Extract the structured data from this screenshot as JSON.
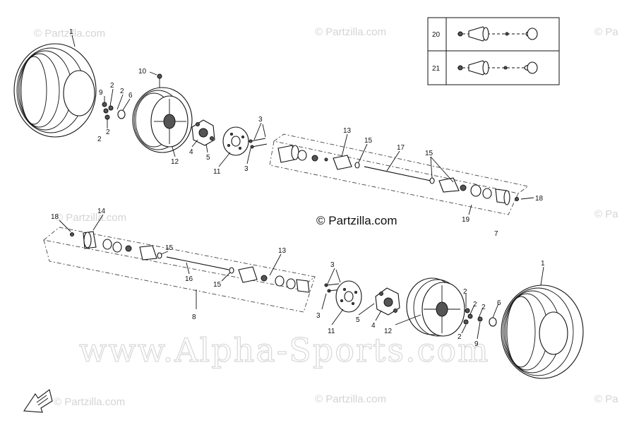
{
  "watermarks": {
    "partzilla": "© Partzilla.com",
    "partzilla_cut": "© Pa",
    "alpha": "www.Alpha-Sports.com"
  },
  "credit": "© Partzilla.com",
  "inset": {
    "rows": [
      {
        "ref": "20"
      },
      {
        "ref": "21"
      }
    ]
  },
  "callouts": {
    "c1a": "1",
    "c10": "10",
    "c9a": "9",
    "c2a": "2",
    "c2b": "2",
    "c6a": "6",
    "c2c": "2",
    "c2d": "2",
    "c12a": "12",
    "c4a": "4",
    "c5a": "5",
    "c3a": "3",
    "c11a": "11",
    "c3b": "3",
    "c13a": "13",
    "c15a": "15",
    "c17": "17",
    "c15b": "15",
    "c18a": "18",
    "c19": "19",
    "c7": "7",
    "c18b": "18",
    "c14": "14",
    "c15c": "15",
    "c16": "16",
    "c15d": "15",
    "c13b": "13",
    "c8": "8",
    "c3c": "3",
    "c3d": "3",
    "c11b": "11",
    "c4b": "4",
    "c5b": "5",
    "c12b": "12",
    "c2e": "2",
    "c2f": "2",
    "c2g": "2",
    "c6b": "6",
    "c9b": "9",
    "c2h": "2",
    "c1b": "1"
  }
}
